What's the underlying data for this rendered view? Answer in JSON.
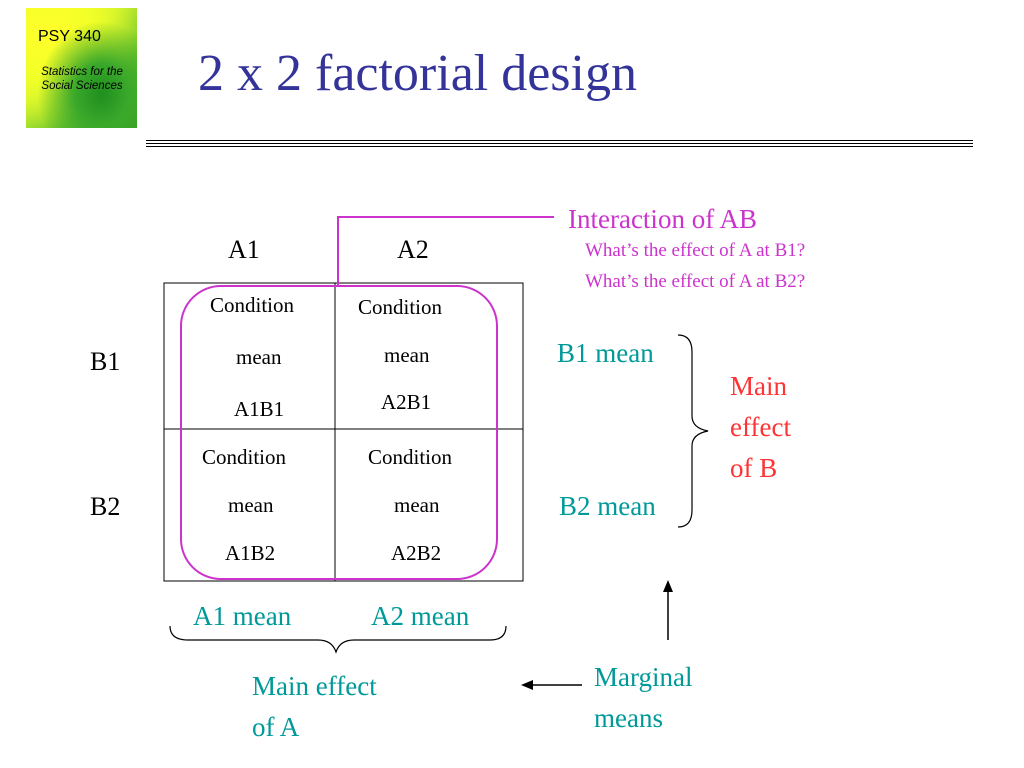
{
  "logo": {
    "course": "PSY 340",
    "subtitle": "Statistics for the Social Sciences"
  },
  "title": "2 x 2 factorial design",
  "columns": [
    "A1",
    "A2"
  ],
  "rows": [
    "B1",
    "B2"
  ],
  "cells": {
    "A1B1": [
      "Condition",
      "mean",
      "A1B1"
    ],
    "A2B1": [
      "Condition",
      "mean",
      "A2B1"
    ],
    "A1B2": [
      "Condition",
      "mean",
      "A1B2"
    ],
    "A2B2": [
      "Condition",
      "mean",
      "A2B2"
    ]
  },
  "interaction": {
    "label": "Interaction of AB",
    "q1": "What’s the effect of A at B1?",
    "q2": "What’s the effect of A at B2?"
  },
  "row_means": [
    "B1 mean",
    "B2 mean"
  ],
  "main_effect_b": [
    "Main",
    "effect",
    "of B"
  ],
  "col_means": [
    "A1 mean",
    "A2 mean"
  ],
  "main_effect_a": [
    "Main effect",
    "of A"
  ],
  "marginal": [
    "Marginal",
    "means"
  ],
  "colors": {
    "title": "#333399",
    "teal": "#009999",
    "red": "#ff3333",
    "magenta": "#cc33cc"
  }
}
